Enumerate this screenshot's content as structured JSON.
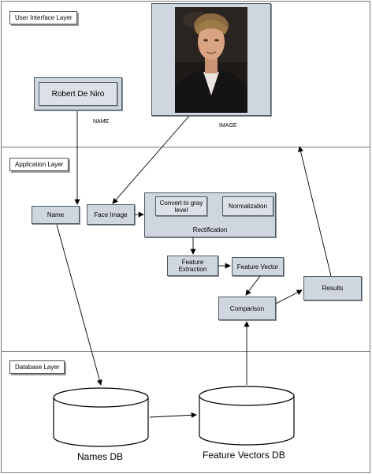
{
  "layers": {
    "ui": "User Interface Layer",
    "app": "Application Layer",
    "db": "Database Layer"
  },
  "ui": {
    "name_value": "Robert De Niro",
    "name_caption": "NAME",
    "image_caption": "IMAGE"
  },
  "app": {
    "name_box": "Name",
    "face_image": "Face Image",
    "gray_level": "Convert to gray level",
    "normalization": "Normalization",
    "rectification": "Rectification",
    "feature_extraction": "Feature Extraction",
    "feature_vector": "Feature Vector",
    "comparison": "Comparison",
    "results": "Results"
  },
  "db": {
    "names_db": "Names DB",
    "feature_vectors_db": "Feature Vectors DB"
  }
}
